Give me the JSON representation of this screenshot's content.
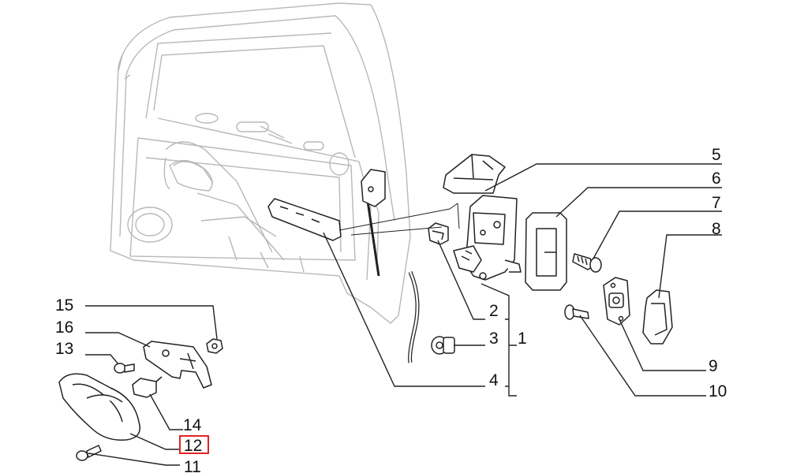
{
  "callouts": {
    "c1": "1",
    "c2": "2",
    "c3": "3",
    "c4": "4",
    "c5": "5",
    "c6": "6",
    "c7": "7",
    "c8": "8",
    "c9": "9",
    "c10": "10",
    "c11": "11",
    "c12": "12",
    "c13": "13",
    "c14": "14",
    "c15": "15",
    "c16": "16"
  },
  "highlighted_callout": "12",
  "colors": {
    "line": "#222222",
    "ghost_line": "#b8b8b8",
    "highlight": "#e32222"
  }
}
